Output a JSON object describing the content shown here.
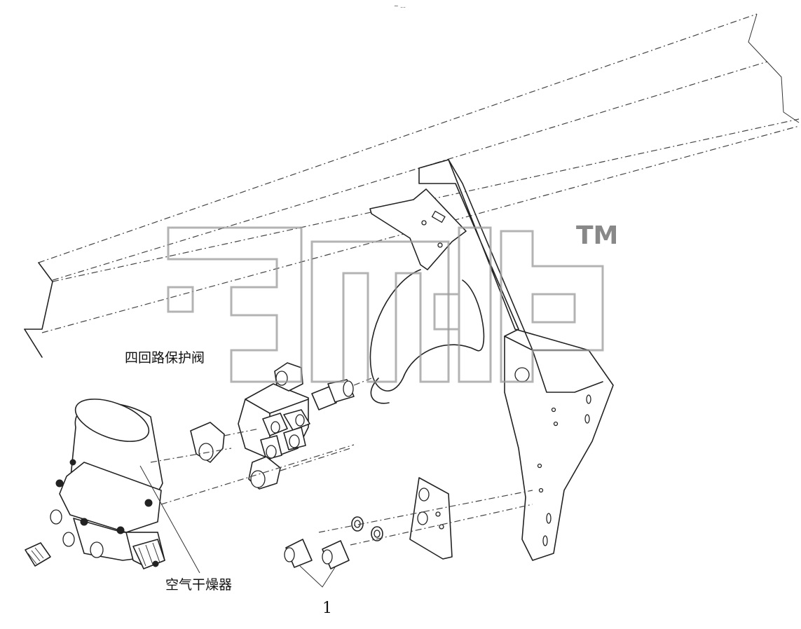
{
  "labels": {
    "four_circuit_valve": "四回路保护阀",
    "air_dryer": "空气干燥器",
    "item_number": "1",
    "top_mark": "~ ..."
  },
  "watermark": {
    "trademark": "TM",
    "color": "#9a9a9a"
  }
}
